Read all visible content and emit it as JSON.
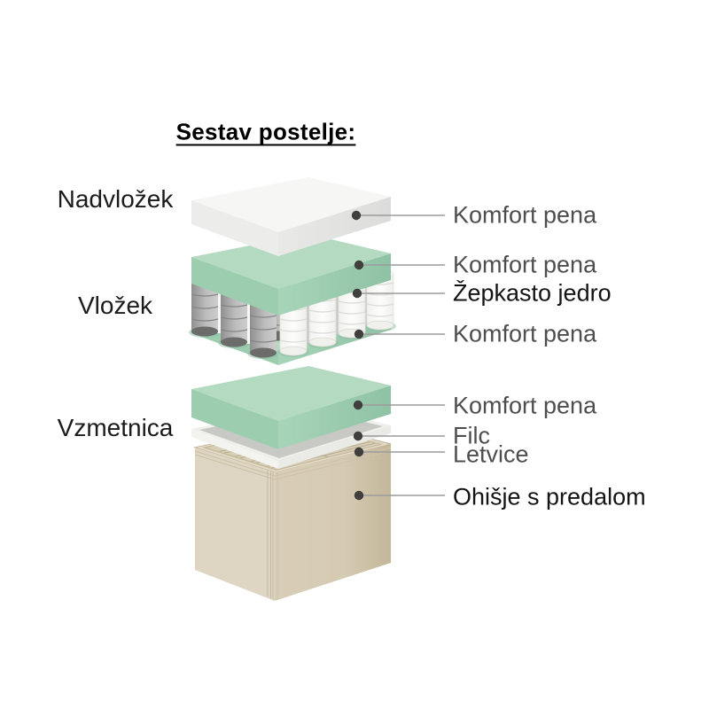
{
  "title": "Sestav postelje:",
  "left_labels": {
    "nadvlozek": "Nadvložek",
    "vlozek": "Vložek",
    "vzmetnica": "Vzmetnica"
  },
  "right_labels": {
    "komfort_pena_1": "Komfort pena",
    "komfort_pena_2": "Komfort pena",
    "zepkasto_jedro": "Žepkasto jedro",
    "komfort_pena_3": "Komfort pena",
    "komfort_pena_4": "Komfort pena",
    "filc": "Filc",
    "letvice": "Letvice",
    "ohisje_s_predalom": "Ohišje s predalom"
  },
  "colors": {
    "foam_green_top": "#b4dbc2",
    "foam_green_side": "#9ccdaf",
    "foam_green_shadow": "#8fc0a3",
    "topper_white": "#f6f6f4",
    "spring_gray": "#a9a9a9",
    "spring_white": "#fbfbf9",
    "felt_gray": "#c8c8c4",
    "base_tan_top": "#d8cfb7",
    "base_tan_side": "#ded5c3",
    "leader_line": "#9b9b9b",
    "callout_dot": "#403f3d",
    "label_gray": "#4e4e4e",
    "label_black": "#141414"
  }
}
